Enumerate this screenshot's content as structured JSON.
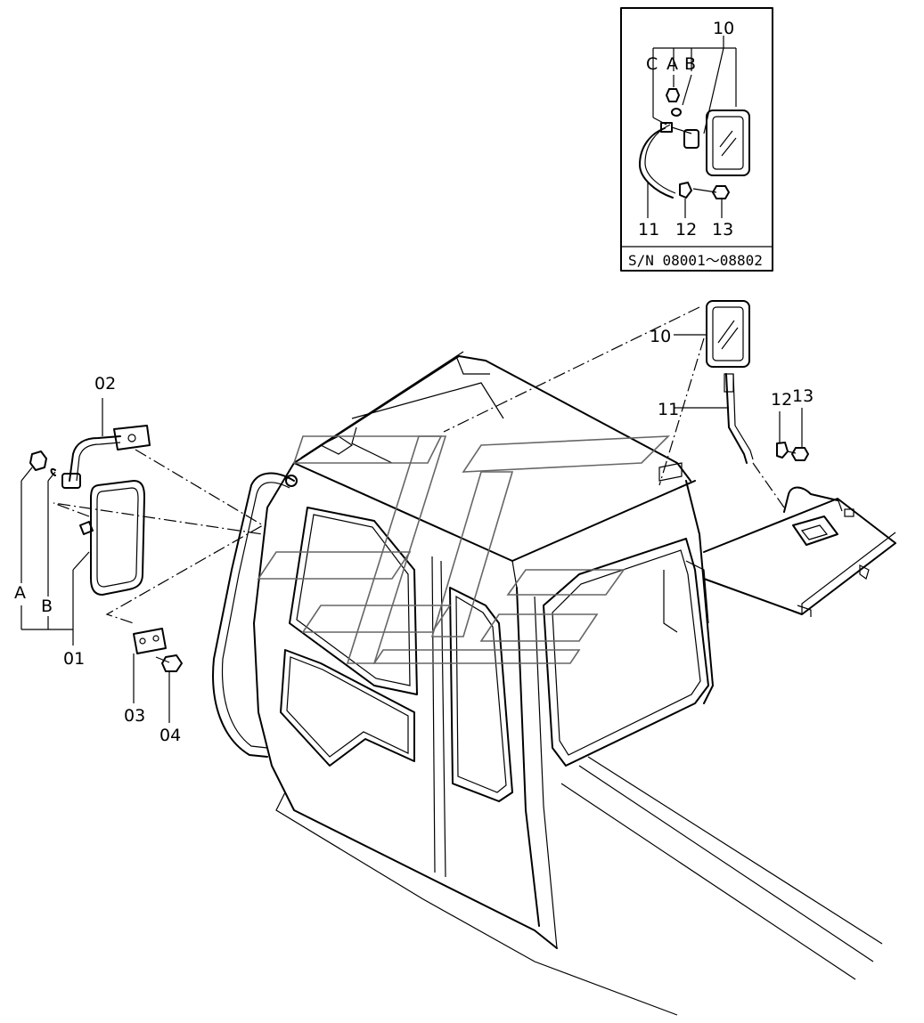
{
  "inset": {
    "serial_note": "S/N  08001～08802",
    "labels": {
      "c": "C",
      "a": "A",
      "b": "B",
      "p10": "10",
      "p11": "11",
      "p12": "12",
      "p13": "13"
    }
  },
  "main": {
    "labels": {
      "p01": "01",
      "p02": "02",
      "p03": "03",
      "p04": "04",
      "a": "A",
      "b": "B",
      "p10": "10",
      "p11": "11",
      "p12": "12",
      "p13": "13"
    }
  }
}
